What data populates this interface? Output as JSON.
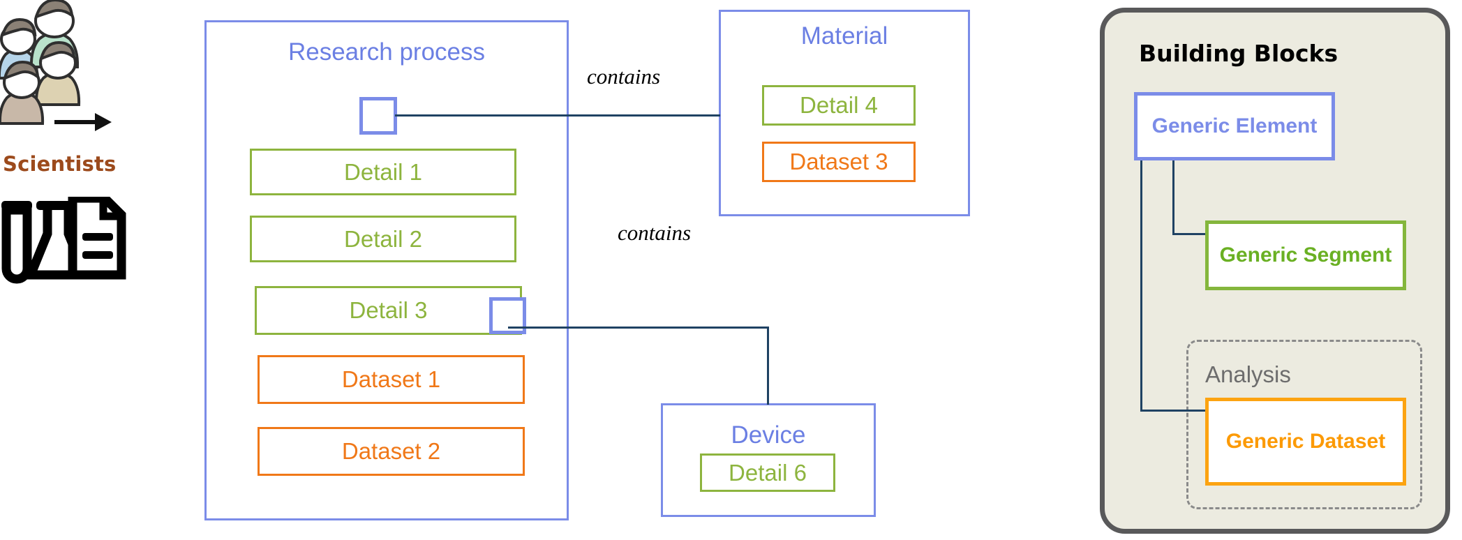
{
  "illustration": {
    "label": "Scientists",
    "people_icon": "scientists-group-icon",
    "arrow_icon": "right-arrow-icon",
    "lab_icon": "test-tube-flask-document-icon"
  },
  "entities": {
    "research_process": {
      "title": "Research process",
      "port_label": "",
      "items": [
        {
          "label": "Detail 1",
          "kind": "detail"
        },
        {
          "label": "Detail 2",
          "kind": "detail"
        },
        {
          "label": "Detail 3",
          "kind": "detail"
        },
        {
          "label": "Dataset 1",
          "kind": "dataset"
        },
        {
          "label": "Dataset 2",
          "kind": "dataset"
        }
      ]
    },
    "material": {
      "title": "Material",
      "items": [
        {
          "label": "Detail 4",
          "kind": "detail"
        },
        {
          "label": "Dataset 3",
          "kind": "dataset"
        }
      ]
    },
    "device": {
      "title": "Device",
      "items": [
        {
          "label": "Detail 6",
          "kind": "detail"
        }
      ]
    }
  },
  "relations": [
    {
      "label": "contains",
      "from": "research-process-port-top",
      "to": "material"
    },
    {
      "label": "contains",
      "from": "research-process-port-detail3",
      "to": "device"
    }
  ],
  "building_blocks": {
    "title": "Building Blocks",
    "generic_element": "Generic Element",
    "generic_segment": "Generic Segment",
    "analysis_label": "Analysis",
    "generic_dataset": "Generic Dataset"
  },
  "colors": {
    "element_blue": "#7b8ce8",
    "segment_green": "#8db43e",
    "dataset_orange": "#f07818",
    "generic_dataset_orange": "#fca311",
    "link_navy": "#1f4263",
    "panel_bg": "#ecebe0",
    "panel_border": "#59595a",
    "scientists_brown": "#9c4a1c",
    "analysis_gray": "#6d6d6d"
  }
}
